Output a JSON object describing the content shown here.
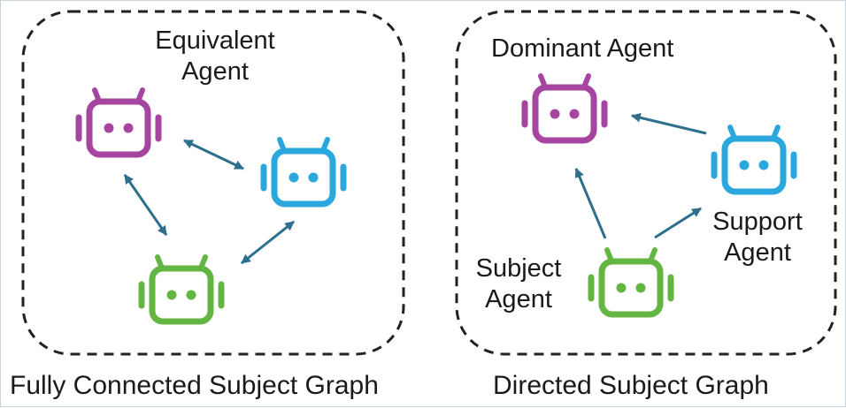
{
  "left_panel": {
    "caption": "Fully Connected Subject Graph",
    "equivalent_label_line1": "Equivalent",
    "equivalent_label_line2": "Agent"
  },
  "right_panel": {
    "caption": "Directed Subject Graph",
    "dominant_label": "Dominant Agent",
    "support_label_line1": "Support",
    "support_label_line2": "Agent",
    "subject_label_line1": "Subject",
    "subject_label_line2": "Agent"
  },
  "icons": {
    "robot": "robot-icon"
  },
  "colors": {
    "purple": "#a6459f",
    "blue": "#2aa8dd",
    "green": "#64b643",
    "arrow": "#2e6f8e",
    "border": "#222222"
  }
}
